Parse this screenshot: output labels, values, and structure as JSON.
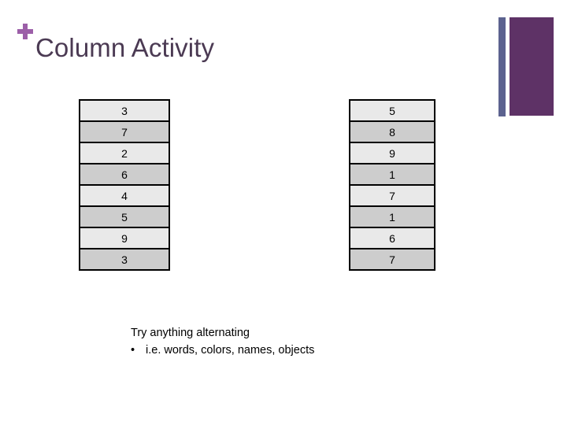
{
  "slide": {
    "title": "Column Activity",
    "plus_icon": "plus-icon",
    "accent_colors": {
      "title": "#4b3a53",
      "plus": "#9c5fa8",
      "bar_blue": "#5c628f",
      "bar_purple": "#5e3266"
    }
  },
  "tables": {
    "left": {
      "name": "left-column",
      "values": [
        "3",
        "7",
        "2",
        "6",
        "4",
        "5",
        "9",
        "3"
      ]
    },
    "right": {
      "name": "right-column",
      "values": [
        "5",
        "8",
        "9",
        "1",
        "7",
        "1",
        "6",
        "7"
      ]
    }
  },
  "notes": {
    "line1": "Try anything alternating",
    "bullet": "•",
    "line2": "i.e. words, colors, names, objects"
  }
}
